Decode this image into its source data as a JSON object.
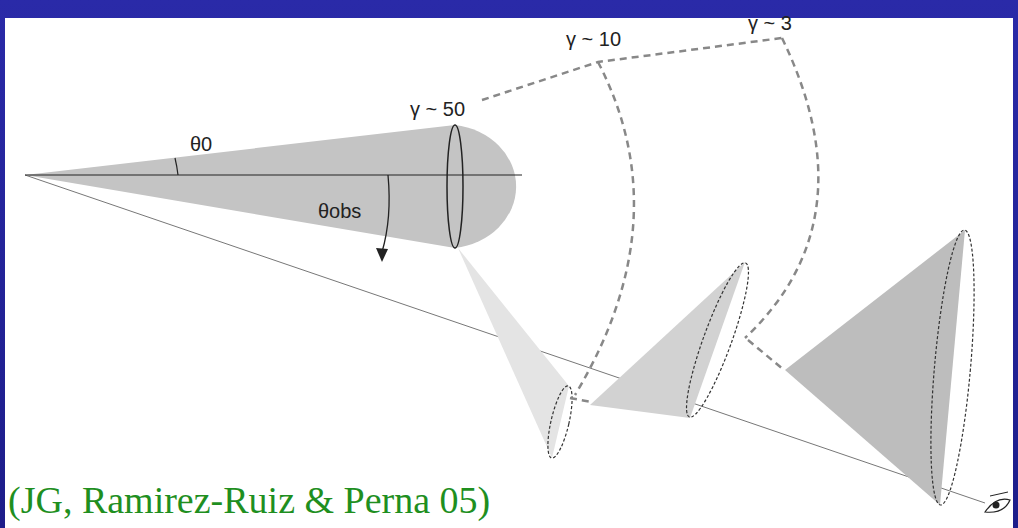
{
  "diagram": {
    "caption": "(JG, Ramirez-Ruiz & Perna 05)",
    "labels": [
      "γ ~ 50",
      "γ ~ 10",
      "γ ~ 3",
      "θ0",
      "θobs"
    ]
  }
}
